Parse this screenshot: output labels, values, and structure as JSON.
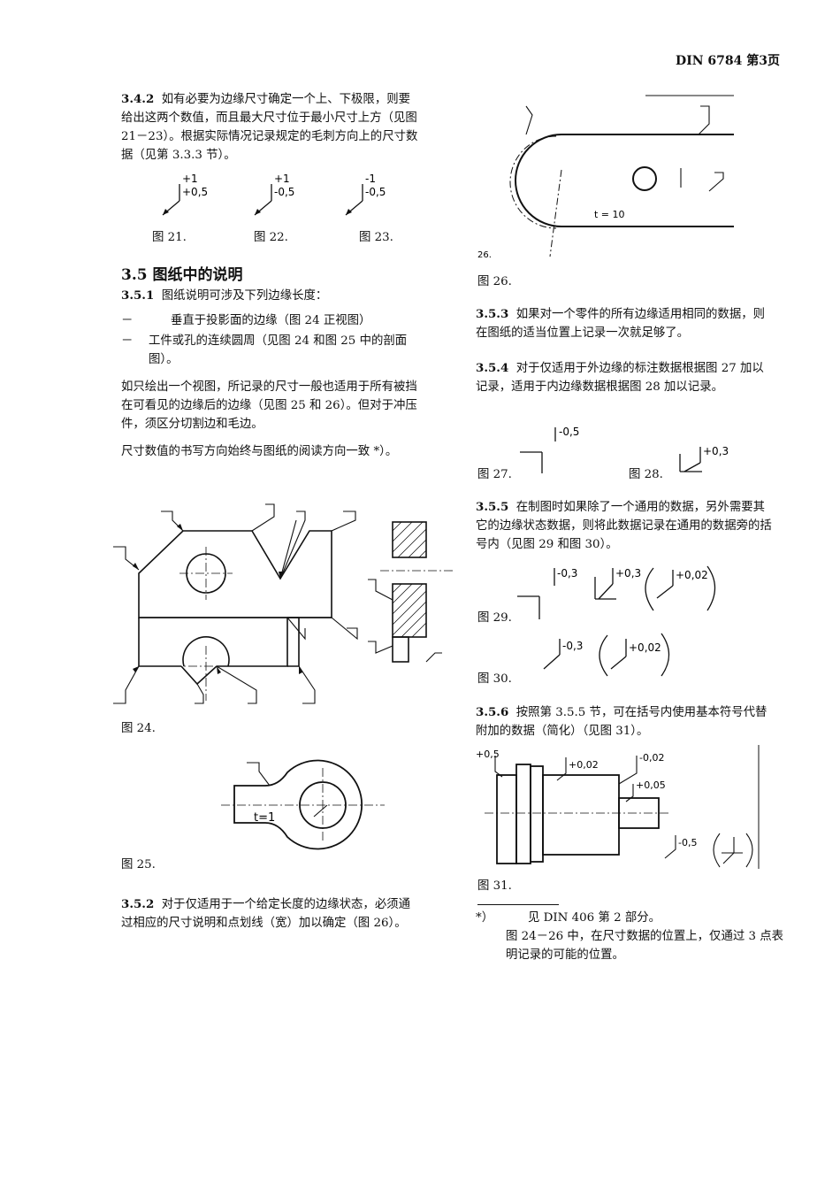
{
  "header": {
    "text": "DIN 6784 第3页"
  },
  "left": {
    "s342_num": "3.4.2",
    "s342_text": "如有必要为边缘尺寸确定一个上、下极限，则要给出这两个数值，而且最大尺寸位于最小尺寸上方（见图 21－23）。根据实际情况记录规定的毛刺方向上的尺寸数据（见第 3.3.3 节）。",
    "fig21": {
      "upper": "+1",
      "lower": "+0,5",
      "caption": "图 21."
    },
    "fig22": {
      "upper": "+1",
      "lower": "-0,5",
      "caption": "图 22."
    },
    "fig23": {
      "upper": "-1",
      "lower": "-0,5",
      "caption": "图 23."
    },
    "s35_title": "3.5  图纸中的说明",
    "s351_num": "3.5.1",
    "s351_text": "图纸说明可涉及下列边缘长度：",
    "dash_mark": "－",
    "bullets": [
      "垂直于投影面的边缘（图 24 正视图）",
      "工件或孔的连续圆周（见图 24 和图 25 中的剖面图）。"
    ],
    "para1": "如只绘出一个视图，所记录的尺寸一般也适用于所有被挡在可看见的边缘后的边缘（见图 25 和 26）。但对于冲压件，须区分切割边和毛边。",
    "para2": "尺寸数值的书写方向始终与图纸的阅读方向一致 *）。",
    "fig24_caption": "图 24.",
    "fig25": {
      "label": "t=1",
      "caption": "图 25."
    },
    "s352_num": "3.5.2",
    "s352_text": "对于仅适用于一个给定长度的边缘状态，必须通过相应的尺寸说明和点划线（宽）加以确定（图 26）。"
  },
  "right": {
    "fig26": {
      "label": "t = 10",
      "tag": "26.",
      "caption": "图 26."
    },
    "s353_num": "3.5.3",
    "s353_text": "如果对一个零件的所有边缘适用相同的数据，则在图纸的适当位置上记录一次就足够了。",
    "s354_num": "3.5.4",
    "s354_text": "对于仅适用于外边缘的标注数据根据图 27 加以记录，适用于内边缘数据根据图 28 加以记录。",
    "fig27": {
      "value": "-0,5",
      "caption": "图 27."
    },
    "fig28": {
      "value": "+0,3",
      "caption": "图 28."
    },
    "s355_num": "3.5.5",
    "s355_text": "在制图时如果除了一个通用的数据，另外需要其它的边缘状态数据，则将此数据记录在通用的数据旁的括号内（见图 29 和图 30）。",
    "fig29": {
      "v1": "-0,3",
      "v2": "+0,3",
      "v3": "+0,02",
      "caption": "图 29."
    },
    "fig30": {
      "v1": "-0,3",
      "v2": "+0,02",
      "caption": "图 30."
    },
    "s356_num": "3.5.6",
    "s356_text": "按照第 3.5.5 节，可在括号内使用基本符号代替附加的数据（简化）（见图 31）。",
    "fig31": {
      "a": "+0,5",
      "b": "+0,02",
      "c": "-0,02",
      "d": "+0,05",
      "e": "-0,5",
      "caption": "图 31."
    },
    "footnote_mark": "*）",
    "footnote_1": "见 DIN 406 第 2 部分。",
    "footnote_2": "图 24－26 中，在尺寸数据的位置上，仅通过 3 点表明记录的可能的位置。"
  }
}
